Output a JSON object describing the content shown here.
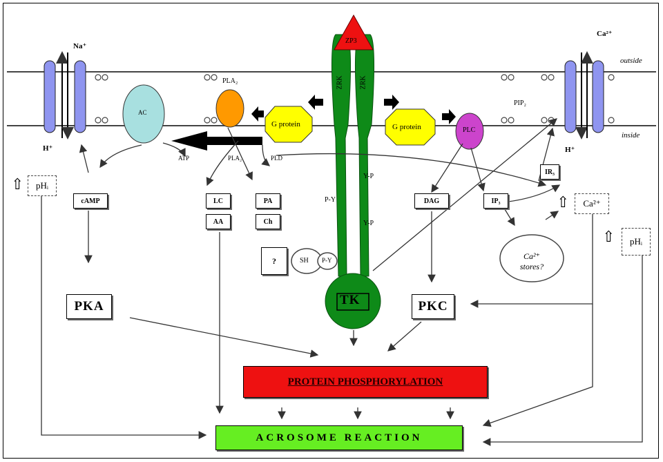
{
  "labels": {
    "na_ion": "Na⁺",
    "ca_ion": "Ca²⁺",
    "outside": "outside",
    "inside": "inside",
    "h_left": "H⁺",
    "h_right": "H⁺",
    "zp3": "ZP3",
    "zrk_left": "ZRK",
    "zrk_right": "ZRK",
    "ac": "AC",
    "pla2_top": "PLA₂",
    "g_protein_left": "G protein",
    "g_protein_right": "G protein",
    "plc": "PLC",
    "pip2": "PIP₂",
    "atp": "ATP",
    "pla2": "PLA₂",
    "pld": "PLD",
    "ph_left": "pHᵢ",
    "camp": "cAMP",
    "lc": "LC",
    "aa": "AA",
    "pa": "PA",
    "ch": "Ch",
    "py_left": "P-Y",
    "yp_top": "Y-P",
    "yp_mid": "Y-P",
    "dag": "DAG",
    "ip3": "IP₃",
    "ir3": "IR₃",
    "ca_inner": "Ca²⁺",
    "ph_right": "pHᵢ",
    "ca_stores": "Ca²⁺ stores?",
    "unknown": "?",
    "sh2": "SH",
    "py_sh2": "P-Y",
    "pka": "PKA",
    "tk": "TK",
    "pkc": "PKC",
    "protein_phosphorylation": "PROTEIN PHOSPHORYLATION",
    "acrosome_reaction": "ACROSOME REACTION"
  },
  "colors": {
    "channel": "#8f95f0",
    "ac": "#a8e0e0",
    "pla2": "#ff9900",
    "g_protein": "#ffff00",
    "plc": "#cc44cc",
    "zp3": "#ee1111",
    "zrk": "#0e8a18",
    "phosphorylation": "#ee1111",
    "acrosome": "#66ee22"
  }
}
